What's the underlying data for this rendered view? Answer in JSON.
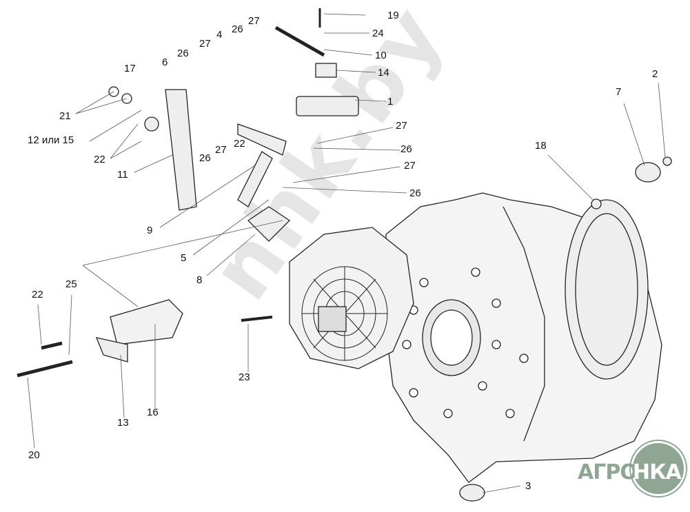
{
  "labels": [
    "19",
    "24",
    "10",
    "14",
    "1",
    "27",
    "26",
    "4",
    "27",
    "26",
    "6",
    "17",
    "21",
    "12 или 15",
    "22",
    "11",
    "27",
    "26",
    "22",
    "27",
    "26",
    "27",
    "26",
    "9",
    "5",
    "8",
    "18",
    "7",
    "2",
    "25",
    "22",
    "23",
    "16",
    "13",
    "20",
    "3"
  ],
  "watermark": "nhk.by",
  "logo": {
    "part1": "АГРО",
    "part2": "НКА",
    "color": "#8fa695"
  }
}
